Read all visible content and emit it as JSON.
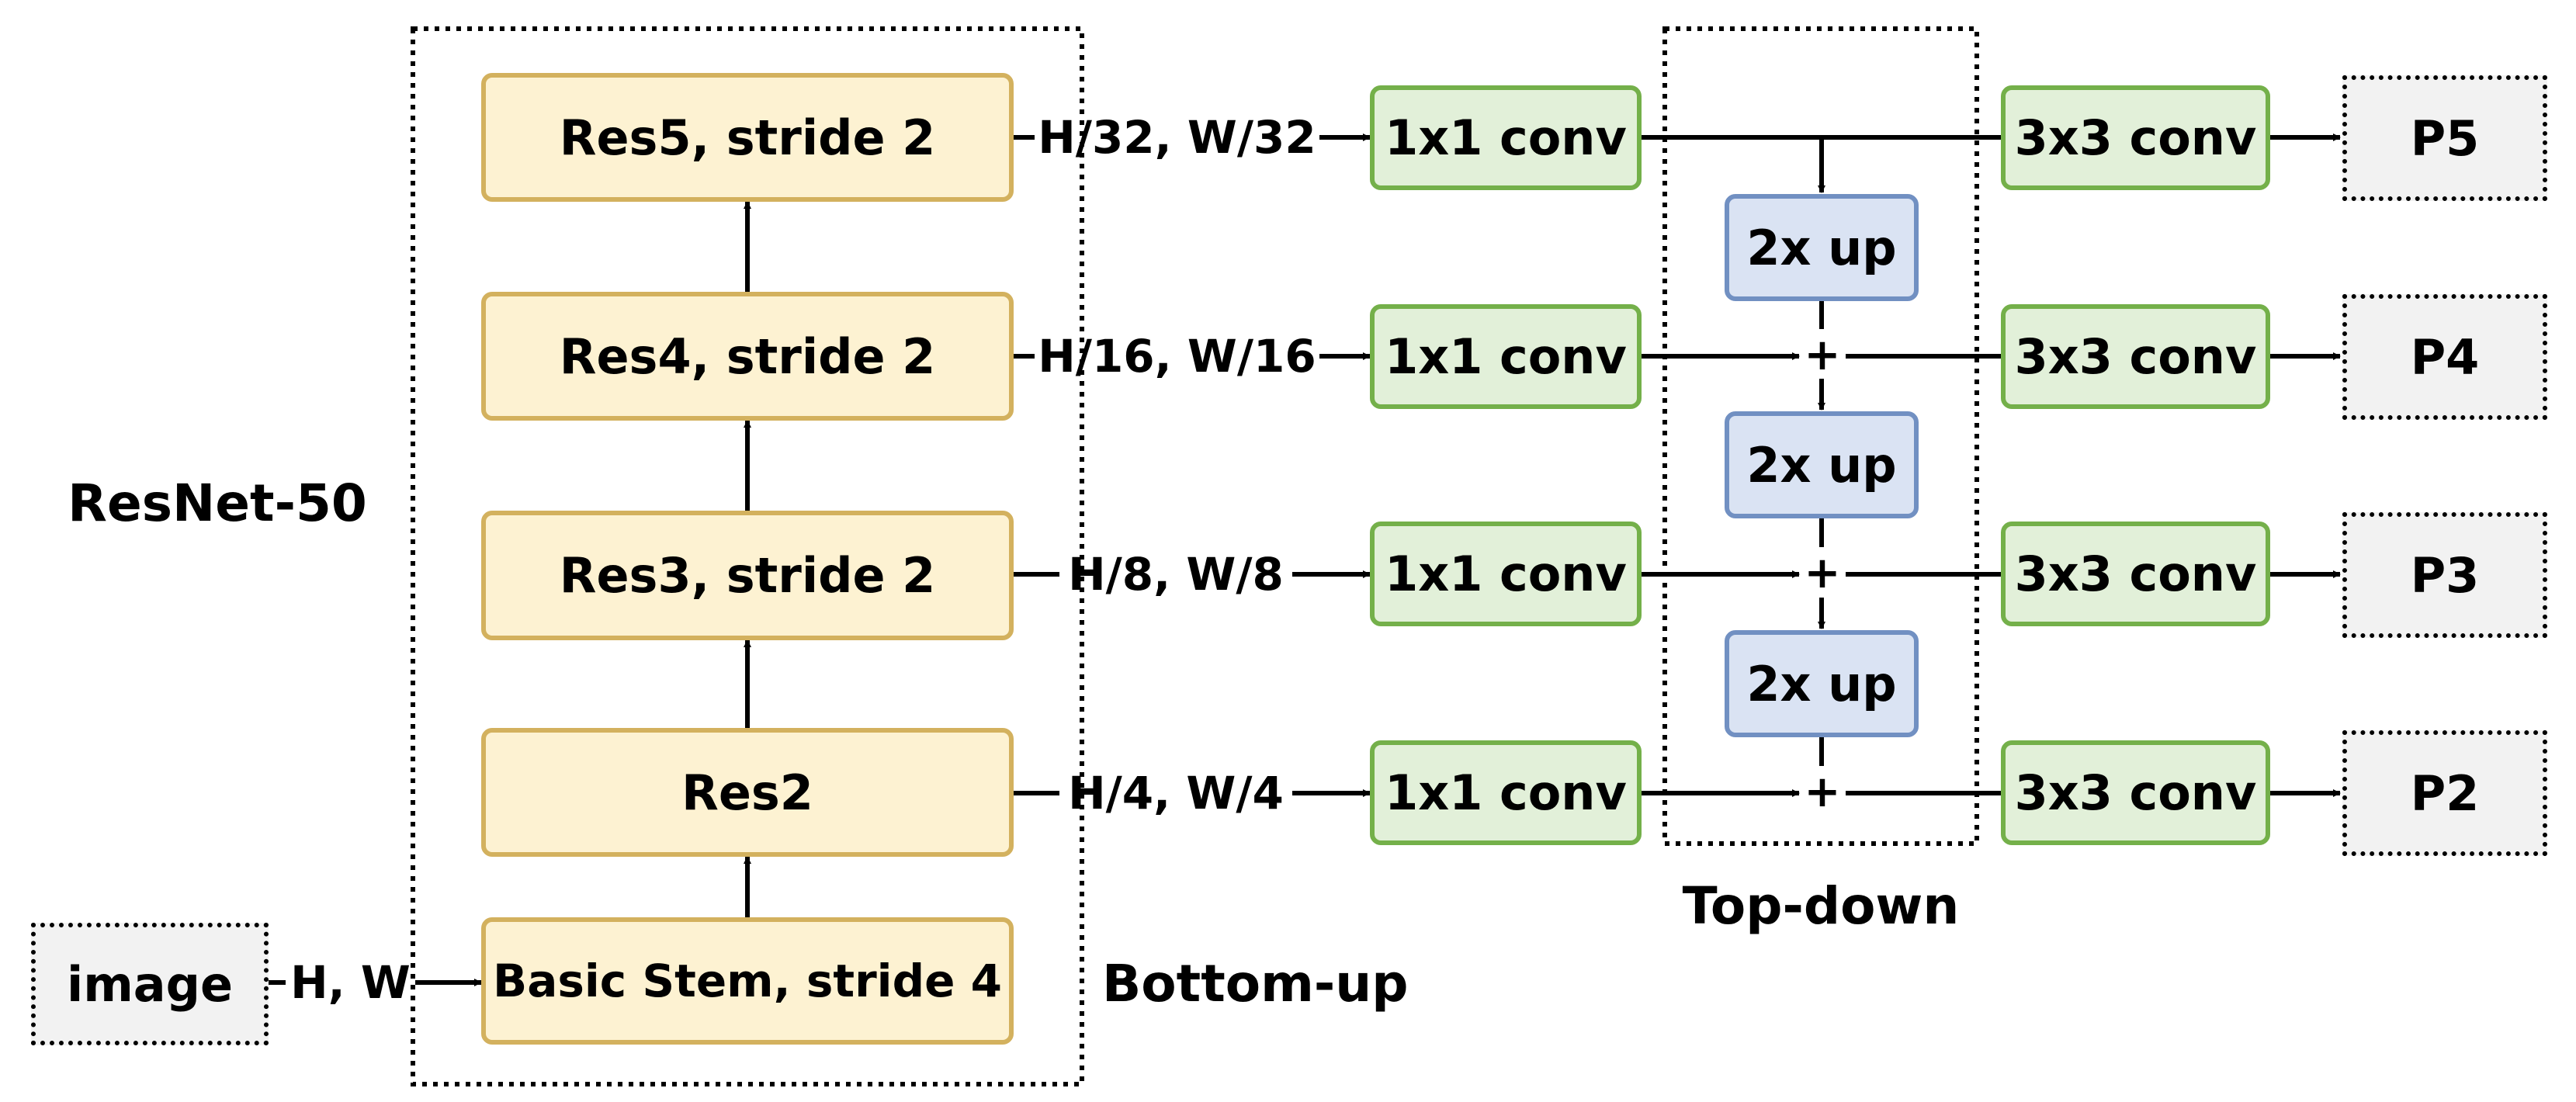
{
  "labels": {
    "resnet": "ResNet-50",
    "bottom_up": "Bottom-up",
    "top_down": "Top-down"
  },
  "input": "image",
  "input_dim": "H, W",
  "backbone": {
    "stem": "Basic Stem, stride 4",
    "res2": "Res2",
    "res3": "Res3, stride 2",
    "res4": "Res4, stride 2",
    "res5": "Res5, stride 2"
  },
  "dims": {
    "res2": "H/4, W/4",
    "res3": "H/8, W/8",
    "res4": "H/16, W/16",
    "res5": "H/32, W/32"
  },
  "lateral_conv": "1x1 conv",
  "upsample": "2x up",
  "merge": "+",
  "output_conv": "3x3 conv",
  "outputs": {
    "p2": "P2",
    "p3": "P3",
    "p4": "P4",
    "p5": "P5"
  },
  "colors": {
    "backbone_fill": "#fdf2d2",
    "backbone_border": "#d3b15e",
    "conv_fill": "#e2f0d9",
    "conv_border": "#74b04a",
    "up_fill": "#dae3f3",
    "up_border": "#7190c2",
    "output_fill": "#f2f2f2"
  }
}
